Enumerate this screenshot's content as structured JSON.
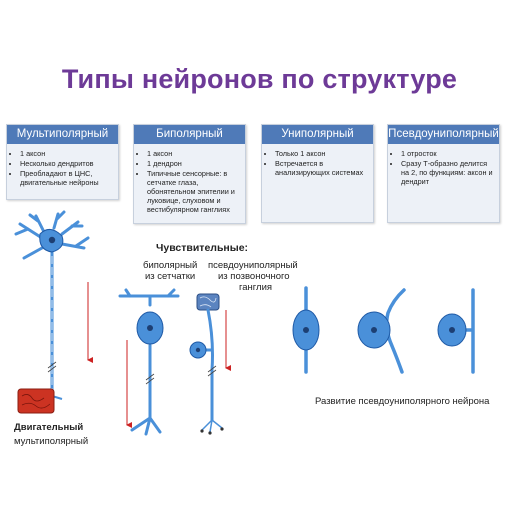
{
  "title": "Типы нейронов по структуре",
  "cards": [
    {
      "header": "Мультиполярный",
      "items": [
        "1 аксон",
        "Несколько дендритов",
        "Преобладают в ЦНС, двигательные нейроны"
      ]
    },
    {
      "header": "Биполярный",
      "items": [
        "1 аксон",
        "1 дендрон",
        "Типичные сенсорные: в сетчатке глаза, обонятельном эпителии и луковице, слуховом и вестибулярном ганглиях"
      ]
    },
    {
      "header": "Униполярный",
      "items": [
        "Только 1 аксон",
        "Встречается в анализирующих системах"
      ]
    },
    {
      "header": "Псевдоуниполярный",
      "items": [
        "1 отросток",
        "Сразу Т-образно делится на 2, по функциям: аксон и дендрит"
      ]
    }
  ],
  "labels": {
    "sensory_title": "Чувствительные:",
    "bipolar_line1": "биполярный",
    "bipolar_line2": "из сетчатки",
    "pseudo_line1": "псевдоуниполярный",
    "pseudo_line2": "из позвоночного",
    "pseudo_line3": "ганглия",
    "motor_line1": "Двигательный",
    "motor_line2": "мультиполярный",
    "development_caption": "Развитие псевдоуниполярного нейрона"
  },
  "colors": {
    "title": "#6d3a97",
    "card_header": "#4f7ab8",
    "card_body": "#edf1f7",
    "neuron_fill": "#4a90d9",
    "neuron_stroke": "#1f5aa6",
    "nucleus": "#1d3f73",
    "arrow": "#cc2222",
    "muscle": "#cc3322"
  }
}
